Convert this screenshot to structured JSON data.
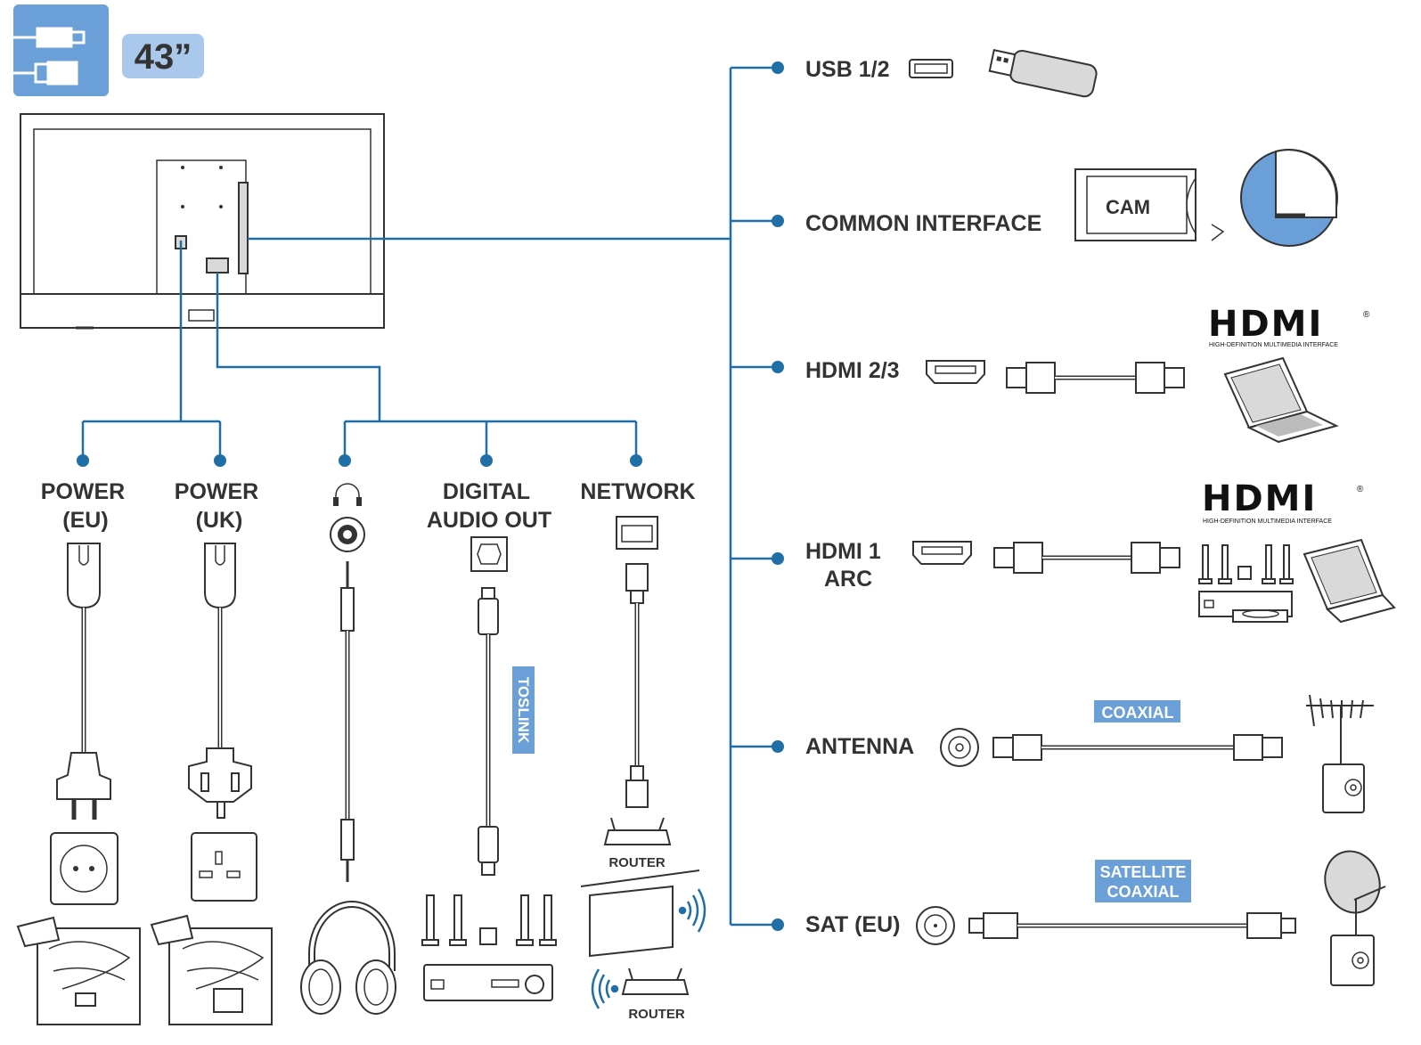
{
  "size_badge": "43”",
  "colors": {
    "accent": "#1f6ea5",
    "badge_bg": "#6a9fd8",
    "badge_light": "#a9c8ec",
    "tag_bg": "#6a9fd8",
    "text": "#333333"
  },
  "ports_right": {
    "usb": "USB 1/2",
    "ci": "COMMON INTERFACE",
    "cam": "CAM",
    "hdmi23": "HDMI 2/3",
    "hdmi1_line1": "HDMI 1",
    "hdmi1_line2": "ARC",
    "antenna": "ANTENNA",
    "sat": "SAT (EU)"
  },
  "tags": {
    "coaxial": "COAXIAL",
    "sat_coax_line1": "SATELLITE",
    "sat_coax_line2": "COAXIAL",
    "toslink": "TOSLINK"
  },
  "hdmi_logo": {
    "mark": "HDMI",
    "registered": "®",
    "subtitle": "HIGH-DEFINITION MULTIMEDIA INTERFACE"
  },
  "ports_bottom": {
    "power_eu_1": "POWER",
    "power_eu_2": "(EU)",
    "power_uk_1": "POWER",
    "power_uk_2": "(UK)",
    "digital_1": "DIGITAL",
    "digital_2": "AUDIO OUT",
    "network": "NETWORK",
    "router1": "ROUTER",
    "router2": "ROUTER"
  },
  "icons": [
    "cable-icon",
    "headphones-icon",
    "usb-stick-icon",
    "cam-module-icon",
    "laptop-icon",
    "speakers-icon",
    "dvd-player-icon",
    "tv-antenna-icon",
    "satellite-dish-icon",
    "wall-socket-icon",
    "router-icon",
    "wifi-icon",
    "amplifier-icon",
    "wall-tv-icon"
  ]
}
